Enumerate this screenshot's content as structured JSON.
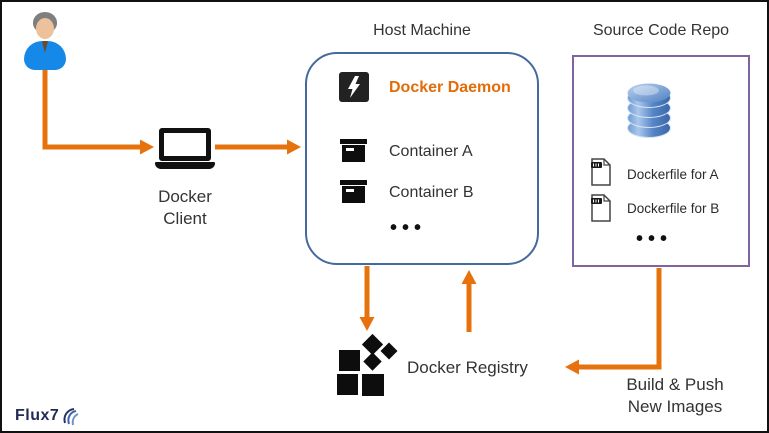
{
  "colors": {
    "arrow": "#E6720E",
    "host_border": "#44699D",
    "repo_border": "#8064A2",
    "daemon_text": "#E36C09",
    "person_blue": "#1689E8",
    "logo_navy": "#232B55"
  },
  "client": {
    "label": "Docker\nClient"
  },
  "host": {
    "title": "Host Machine",
    "daemon_label": "Docker Daemon",
    "containers": [
      {
        "label": "Container A"
      },
      {
        "label": "Container B"
      }
    ],
    "ellipsis": "•••"
  },
  "repo": {
    "title": "Source Code Repo",
    "files": [
      {
        "label": "Dockerfile for A"
      },
      {
        "label": "Dockerfile for B"
      }
    ],
    "ellipsis": "•••"
  },
  "registry": {
    "label": "Docker Registry"
  },
  "build_push": {
    "label": "Build & Push\nNew Images"
  },
  "logo": {
    "text": "Flux7"
  }
}
